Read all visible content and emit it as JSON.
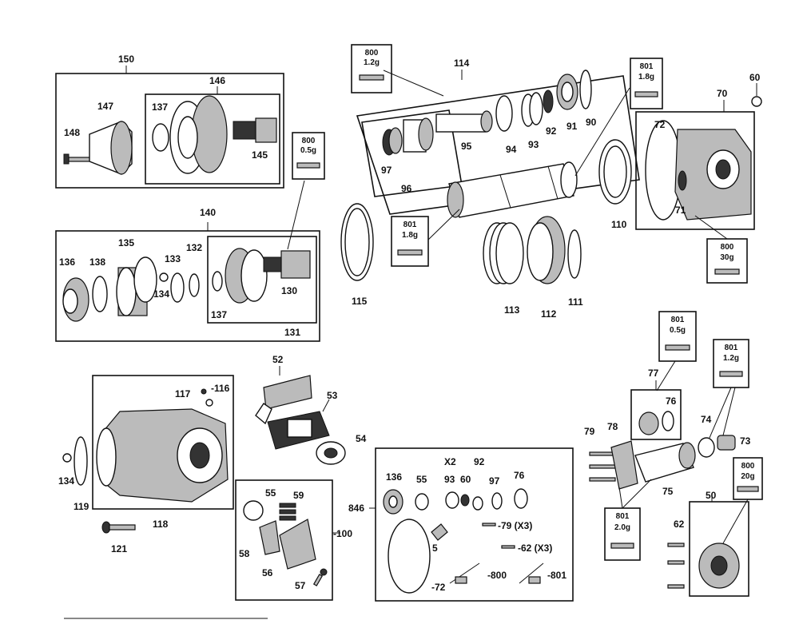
{
  "parts": {
    "p150": "150",
    "p146": "146",
    "p147": "147",
    "p148": "148",
    "p137a": "137",
    "p145": "145",
    "p140": "140",
    "p135": "135",
    "p136a": "136",
    "p138": "138",
    "p133": "133",
    "p134a": "134",
    "p132": "132",
    "p130": "130",
    "p137b": "137",
    "p131": "131",
    "p114": "114",
    "p97a": "97",
    "p96": "96",
    "p95": "95",
    "p94": "94",
    "p93a": "93",
    "p92a": "92",
    "p91": "91",
    "p90": "90",
    "p115": "115",
    "p113": "113",
    "p112": "112",
    "p111": "111",
    "p110": "110",
    "p70": "70",
    "p72a": "72",
    "p71": "71",
    "p60a": "60",
    "p52": "52",
    "p53": "53",
    "p54": "54",
    "p117": "117",
    "p116": "-116",
    "p134b": "134",
    "p119": "119",
    "p118": "118",
    "p121": "121",
    "p55a": "55",
    "p59": "59",
    "p58": "58",
    "p56": "56",
    "p57": "57",
    "p100": "-100",
    "p846": "846",
    "p136b": "136",
    "p55b": "55",
    "x2": "X2",
    "p93b": "93",
    "p60b": "60",
    "p92b": "92",
    "p97b": "97",
    "p76a": "76",
    "p79x3": "-79 (X3)",
    "p62x3": "-62 (X3)",
    "p5": "5",
    "p72b": "-72",
    "p800c": "-800",
    "p801c": "-801",
    "p77": "77",
    "p76b": "76",
    "p79": "79",
    "p78": "78",
    "p74": "74",
    "p73": "73",
    "p75": "75",
    "p50": "50",
    "p62": "62"
  },
  "grease_tags": [
    {
      "code": "800",
      "amount": "1.2g"
    },
    {
      "code": "801",
      "amount": "1.8g"
    },
    {
      "code": "800",
      "amount": "0.5g"
    },
    {
      "code": "801",
      "amount": "1.8g"
    },
    {
      "code": "800",
      "amount": "30g"
    },
    {
      "code": "801",
      "amount": "0.5g"
    },
    {
      "code": "801",
      "amount": "1.2g"
    },
    {
      "code": "800",
      "amount": "20g"
    },
    {
      "code": "801",
      "amount": "2.0g"
    }
  ]
}
